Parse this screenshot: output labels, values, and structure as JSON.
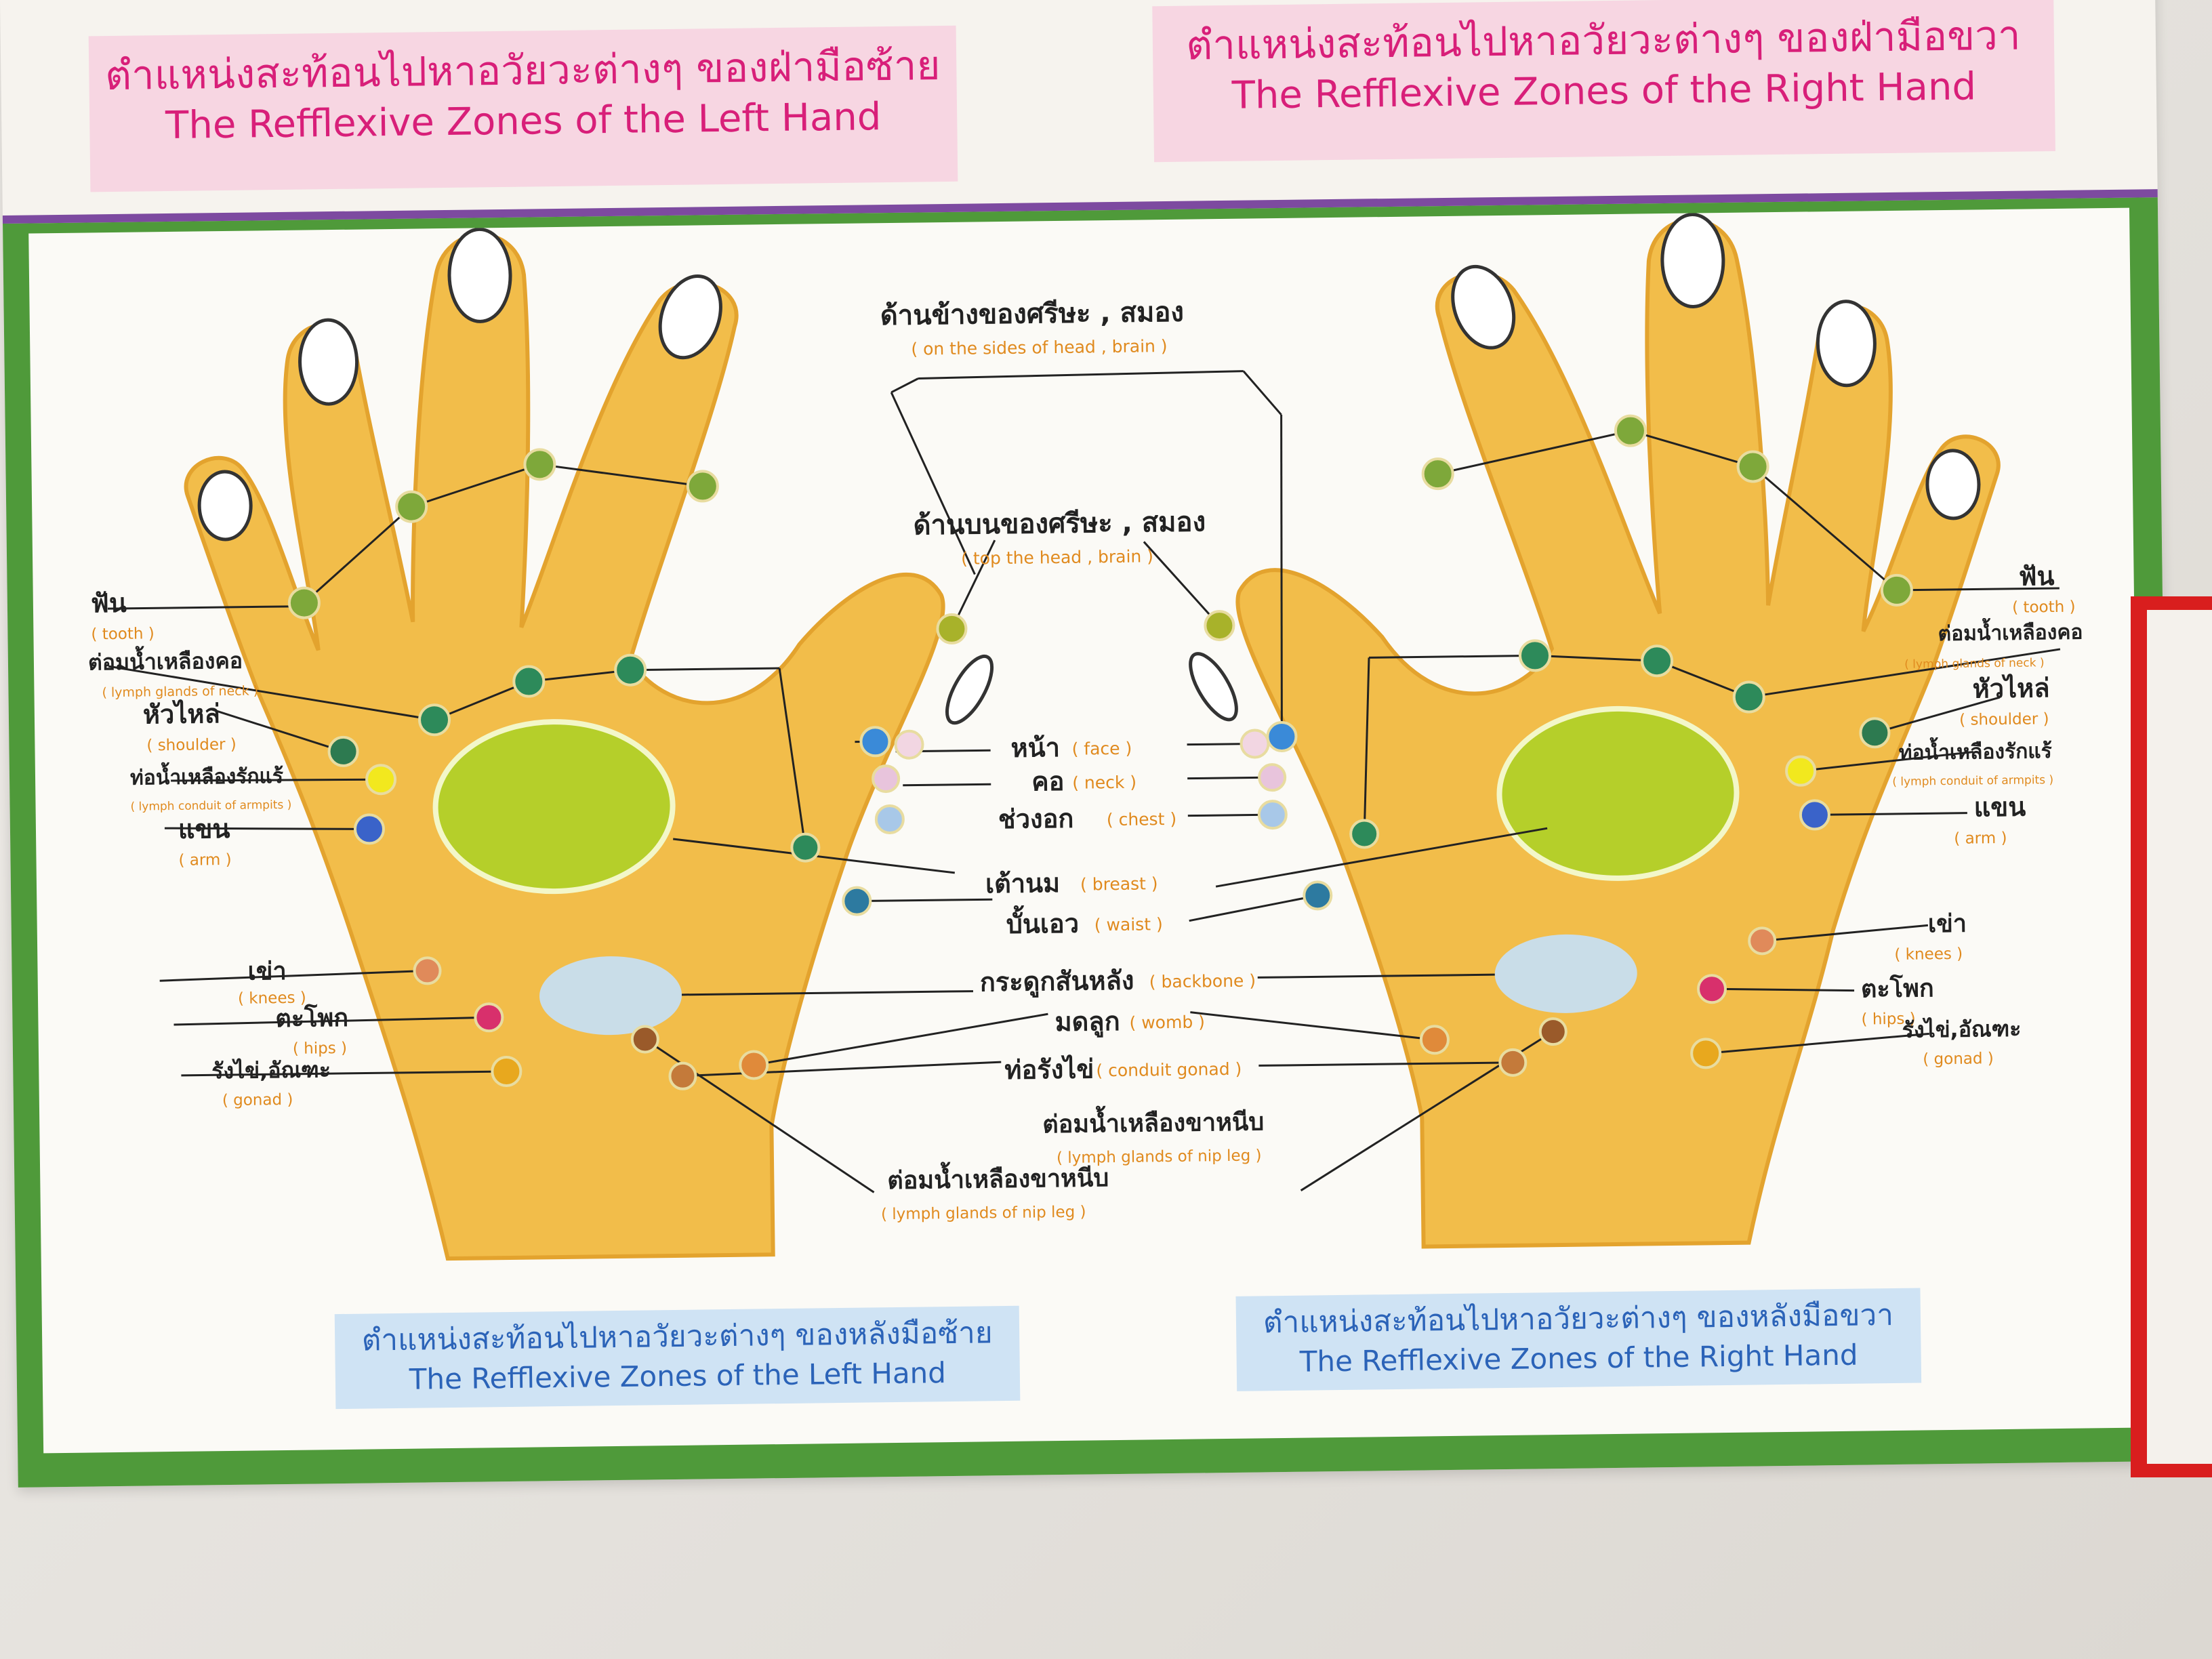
{
  "titles": {
    "top_left": {
      "th": "ตำแหน่งสะท้อนไปหาอวัยวะต่างๆ ของฝ่ามือซ้าย",
      "en": "The Refflexive Zones of the Left Hand"
    },
    "top_right": {
      "th": "ตำแหน่งสะท้อนไปหาอวัยวะต่างๆ ของฝ่ามือขวา",
      "en": "The Refflexive Zones of the Right Hand"
    },
    "bottom_left": {
      "th": "ตำแหน่งสะท้อนไปหาอวัยวะต่างๆ ของหลังมือซ้าย",
      "en": "The Refflexive Zones of the Left Hand"
    },
    "bottom_right": {
      "th": "ตำแหน่งสะท้อนไปหาอวัยวะต่างๆ ของหลังมือขวา",
      "en": "The Refflexive Zones of the Right Hand"
    }
  },
  "labels": {
    "side_head": {
      "th": "ด้านข้างของศรีษะ , สมอง",
      "en": "( on the sides of head , brain )"
    },
    "top_head": {
      "th": "ด้านบนของศรีษะ , สมอง",
      "en": "( top the head , brain )"
    },
    "face": {
      "th": "หน้า",
      "en": "( face )"
    },
    "neck": {
      "th": "คอ",
      "en": "( neck )"
    },
    "chest": {
      "th": "ช่วงอก",
      "en": "( chest )"
    },
    "breast": {
      "th": "เต้านม",
      "en": "( breast )"
    },
    "waist": {
      "th": "บั้นเอว",
      "en": "( waist )"
    },
    "backbone": {
      "th": "กระดูกสันหลัง",
      "en": "( backbone )"
    },
    "womb": {
      "th": "มดลูก",
      "en": "( womb )"
    },
    "conduit_gonad": {
      "th": "ท่อรังไข่",
      "en": "( conduit gonad )"
    },
    "lymph_nip_leg_right": {
      "th": "ต่อมน้ำเหลืองขาหนีบ",
      "en": "( lymph glands of nip leg )"
    },
    "lymph_nip_leg_left": {
      "th": "ต่อมน้ำเหลืองขาหนีบ",
      "en": "( lymph glands of nip leg )"
    },
    "tooth_left": {
      "th": "ฟัน",
      "en": "( tooth )"
    },
    "lymph_neck_left": {
      "th": "ต่อมน้ำเหลืองคอ",
      "en": "( lymph glands of neck )"
    },
    "shoulder_left": {
      "th": "หัวไหล่",
      "en": "( shoulder )"
    },
    "armpit_left": {
      "th": "ท่อน้ำเหลืองรักแร้",
      "en": "( lymph conduit of armpits )"
    },
    "arm_left": {
      "th": "แขน",
      "en": "( arm )"
    },
    "knees_left": {
      "th": "เข่า",
      "en": "( knees )"
    },
    "hips_left": {
      "th": "ตะโพก",
      "en": "( hips )"
    },
    "gonad_left": {
      "th": "รังไข่,อัณฑะ",
      "en": "( gonad )"
    },
    "tooth_right": {
      "th": "ฟัน",
      "en": "( tooth )"
    },
    "lymph_neck_right": {
      "th": "ต่อมน้ำเหลืองคอ",
      "en": "( lymph glands of neck )"
    },
    "shoulder_right": {
      "th": "หัวไหล่",
      "en": "( shoulder )"
    },
    "armpit_right": {
      "th": "ท่อน้ำเหลืองรักแร้",
      "en": "( lymph conduit of armpits )"
    },
    "arm_right": {
      "th": "แขน",
      "en": "( arm )"
    },
    "knees_right": {
      "th": "เข่า",
      "en": "( knees )"
    },
    "hips_right": {
      "th": "ตะโพก",
      "en": "( hips )"
    },
    "gonad_right": {
      "th": "รังไข่,อัณฑะ",
      "en": "( gonad )"
    }
  },
  "colors": {
    "hand_fill": "#f2bd4a",
    "hand_stroke": "#e3a32e",
    "breast_zone": "#b5cf2a",
    "backbone_zone": "#c9dde8",
    "title_pink": "#d81f79",
    "title_pink_bg": "#f7d6e2",
    "footer_blue": "#2b63b8",
    "footer_blue_bg": "#cfe3f4",
    "border_green": "#4f9a3a",
    "divider_purple": "#7d4aa0"
  }
}
